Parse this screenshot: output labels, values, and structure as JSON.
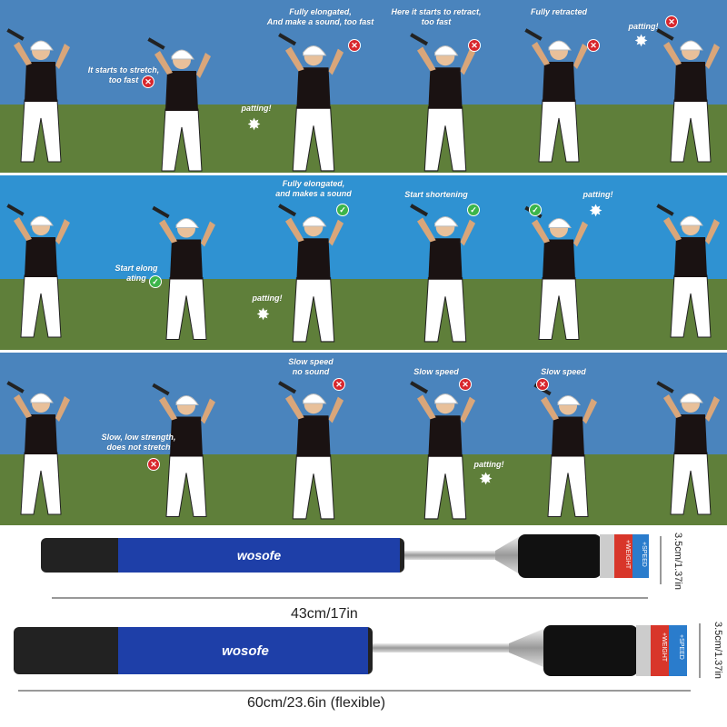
{
  "rows": [
    {
      "verdict": "wrong",
      "labels": {
        "a": "It starts to stretch,\ntoo fast",
        "b": "Fully elongated,\nAnd make a sound, too fast",
        "c": "Here it starts to retract,\ntoo fast",
        "d": "Fully retracted",
        "p1": "patting!",
        "p2": "patting!"
      }
    },
    {
      "verdict": "correct",
      "labels": {
        "a": "Start elong\nating",
        "b": "Fully elongated,\nand makes a sound",
        "c": "Start shortening",
        "p1": "patting!",
        "p2": "patting!"
      }
    },
    {
      "verdict": "wrong",
      "labels": {
        "a": "Slow, low strength,\ndoes not stretch",
        "b": "Slow speed\nno sound",
        "c": "Slow speed",
        "d": "Slow speed",
        "p1": "patting!"
      }
    }
  ],
  "icons": {
    "wrong": "x-circle-icon",
    "correct": "check-circle-icon",
    "burst": "burst-icon"
  },
  "colors": {
    "sky_row1": "#4a84bd",
    "sky_row2": "#2f92d2",
    "sky_row3": "#4a84bd",
    "grass": "#5f7f3a",
    "wrong": "#d8262c",
    "correct": "#3cb54a",
    "grip_blue": "#1e3fa8"
  },
  "products": [
    {
      "brand": "wosofe",
      "ring1": "+WEIGHT",
      "ring2": "+SPEED",
      "length": "43cm/17in",
      "diameter": "3.5cm/1.37in"
    },
    {
      "brand": "wosofe",
      "ring1": "+WEIGHT",
      "ring2": "+SPEED",
      "length": "60cm/23.6in (flexible)",
      "diameter": "3.5cm/1.37in"
    }
  ]
}
